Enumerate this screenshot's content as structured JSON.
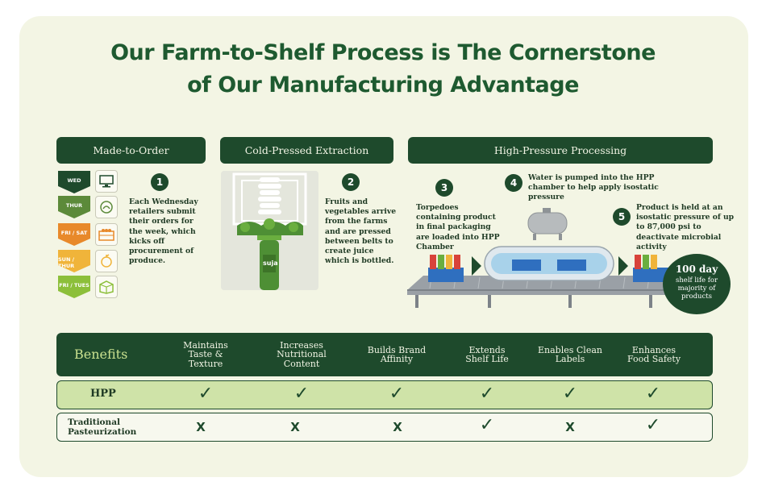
{
  "title": {
    "line1": "Our Farm-to-Shelf Process is The Cornerstone",
    "line2": "of Our Manufacturing Advantage"
  },
  "sections": {
    "made_to_order": "Made-to-Order",
    "cold_pressed": "Cold-Pressed Extraction",
    "hpp": "High-Pressure Processing"
  },
  "days": [
    {
      "label": "WED",
      "color": "#1e4a2c",
      "icon": "monitor-icon"
    },
    {
      "label": "THUR",
      "color": "#5c8a3a",
      "icon": "farm-icon"
    },
    {
      "label": "FRI / SAT",
      "color": "#e8892a",
      "icon": "crate-icon"
    },
    {
      "label": "SUN / THUR",
      "color": "#f0b43a",
      "icon": "produce-icon"
    },
    {
      "label": "FRI / TUES",
      "color": "#8cbf3a",
      "icon": "box-icon"
    }
  ],
  "steps": {
    "s1": {
      "num": "1",
      "text": "Each Wednesday retailers submit their orders for the week, which kicks off procurement of produce."
    },
    "s2": {
      "num": "2",
      "text": "Fruits and vegetables arrive from the farms and are pressed between belts to create juice which is bottled."
    },
    "s3": {
      "num": "3",
      "text": "Torpedoes containing product in final packaging are loaded into HPP Chamber"
    },
    "s4": {
      "num": "4",
      "text": "Water is pumped into the HPP chamber to help apply isostatic pressure"
    },
    "s5": {
      "num": "5",
      "text": "Product is held at an isostatic pressure of up to 87,000 psi to deactivate microbial activity"
    }
  },
  "bottle_brand": "suja",
  "shelf_badge": {
    "big": "100 day",
    "small": "shelf life for majority of products"
  },
  "table": {
    "header_label": "Benefits",
    "columns": [
      "Maintains Taste & Texture",
      "Increases Nutritional Content",
      "Builds Brand Affinity",
      "Extends Shelf Life",
      "Enables Clean Labels",
      "Enhances Food Safety"
    ],
    "rows": [
      {
        "label": "HPP",
        "marks": [
          "✓",
          "✓",
          "✓",
          "✓",
          "✓",
          "✓"
        ]
      },
      {
        "label": "Traditional Pasteurization",
        "marks": [
          "X",
          "X",
          "X",
          "✓",
          "X",
          "✓"
        ]
      }
    ]
  },
  "colors": {
    "dark_green": "#1e4a2c",
    "light_green": "#cfe3a8",
    "cream": "#f3f5e4"
  }
}
